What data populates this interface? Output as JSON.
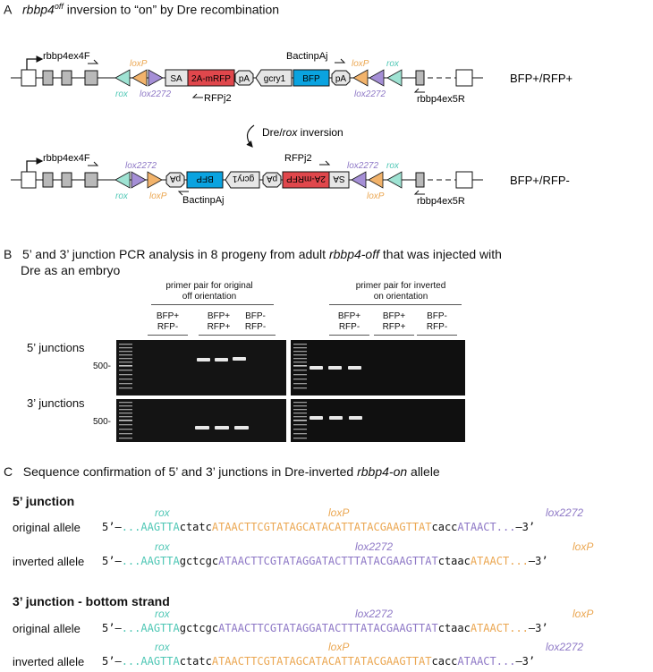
{
  "panel_a": {
    "letter": "A",
    "title_italic": "rbbp4",
    "title_sup": "off",
    "title_rest": "inversion to “on” by Dre recombination",
    "top": {
      "labels": {
        "primer_fwd": "rbbp4ex4F",
        "primer_rev": "rbbp4ex5R",
        "bactin": "BactinpAj",
        "rfp": "RFPj2",
        "phenotype": "BFP+/RFP+"
      },
      "sites": {
        "rox1": "rox",
        "loxp1": "loxP",
        "lox2272_1": "lox2272",
        "loxp2": "loxP",
        "rox2": "rox",
        "lox2272_2": "lox2272"
      },
      "boxes": {
        "sa": "SA",
        "mrfp": "2A-mRFP",
        "pa1": "pA",
        "gcry": "gcry1",
        "bfp": "BFP",
        "pa2": "pA"
      }
    },
    "arrow_label_pre": "Dre/",
    "arrow_label_it": "rox",
    "arrow_label_post": " inversion",
    "bottom": {
      "labels": {
        "primer_fwd": "rbbp4ex4F",
        "primer_rev": "rbbp4ex5R",
        "bactin": "BactinpAj",
        "rfp": "RFPj2",
        "phenotype": "BFP+/RFP-"
      },
      "sites": {
        "rox1": "rox",
        "lox2272_1": "lox2272",
        "loxp1": "loxP",
        "lox2272_2": "lox2272",
        "loxp2": "loxP",
        "rox2": "rox"
      },
      "boxes": {
        "pa1": "pA",
        "bfp": "BFP",
        "gcry": "gcry1",
        "pa2": "pA",
        "mrfp": "2A-mRFP",
        "sa": "SA"
      }
    },
    "colors": {
      "rox": "#9fe3d3",
      "loxp": "#f2b36b",
      "lox2272": "#a58fd6",
      "mrfp": "#e0474c",
      "bfp": "#0aa3e0",
      "grey_exon": "#b9b9b9"
    }
  },
  "panel_b": {
    "letter": "B",
    "title_pre": "5’ and 3’ junction PCR analysis in 8 progeny from adult ",
    "title_it": "rbbp4-off",
    "title_post": " that was injected with",
    "title_line2": "Dre as an embryo",
    "group1_title_line1": "primer pair for original",
    "group1_title_line2": "off orientation",
    "group2_title_line1": "primer pair for inverted",
    "group2_title_line2": "on orientation",
    "lanes": [
      {
        "l1": "BFP+",
        "l2": "RFP-"
      },
      {
        "l1": "BFP+",
        "l2": "RFP+"
      },
      {
        "l1": "BFP-",
        "l2": "RFP-"
      },
      {
        "l1": "BFP+",
        "l2": "RFP-"
      },
      {
        "l1": "BFP+",
        "l2": "RFP+"
      },
      {
        "l1": "BFP-",
        "l2": "RFP-"
      }
    ],
    "row1_label": "5’ junctions",
    "row2_label": "3’ junctions",
    "marker": "500-"
  },
  "panel_c": {
    "letter": "C",
    "title_pre": "Sequence confirmation of 5’ and 3’ junctions in Dre-inverted ",
    "title_it": "rbbp4-on",
    "title_post": " allele",
    "junction5_title": "5’ junction",
    "junction3_title": "3’ junction - bottom strand",
    "rows": [
      {
        "label": "original allele",
        "site_labels": {
          "a": "rox",
          "b": "loxP",
          "c": "lox2272"
        },
        "seq": {
          "prefix": "5’–",
          "dots1": "...",
          "rox": "AAGTTA",
          "link1": "ctatc",
          "mid": "ATAACTTCGTATAGCATACATTATACGAAGTTAT",
          "link2": "cacc",
          "tail": "ATAACT",
          "dots2": "...",
          "suffix": "–3’"
        }
      },
      {
        "label": "inverted allele",
        "site_labels": {
          "a": "rox",
          "b": "lox2272",
          "c": "loxP"
        },
        "seq": {
          "prefix": "5’–",
          "dots1": "...",
          "rox": "AAGTTA",
          "link1": "gctcgc",
          "mid": "ATAACTTCGTATAGGATACTTTATACGAAGTTAT",
          "link2": "ctaac",
          "tail": "ATAACT",
          "dots2": "...",
          "suffix": "–3’"
        }
      },
      {
        "label": "original allele",
        "site_labels": {
          "a": "rox",
          "b": "lox2272",
          "c": "loxP"
        },
        "seq": {
          "prefix": "5’–",
          "dots1": "...",
          "rox": "AAGTTA",
          "link1": "gctcgc",
          "mid": "ATAACTTCGTATAGGATACTTTATACGAAGTTAT",
          "link2": "ctaac",
          "tail": "ATAACT",
          "dots2": "...",
          "suffix": "–3’"
        }
      },
      {
        "label": "inverted allele",
        "site_labels": {
          "a": "rox",
          "b": "loxP",
          "c": "lox2272"
        },
        "seq": {
          "prefix": "5’–",
          "dots1": "...",
          "rox": "AAGTTA",
          "link1": "ctatc",
          "mid": "ATAACTTCGTATAGCATACATTATACGAAGTTAT",
          "link2": "cacc",
          "tail": "ATAACT",
          "dots2": "...",
          "suffix": "–3’"
        }
      }
    ]
  }
}
